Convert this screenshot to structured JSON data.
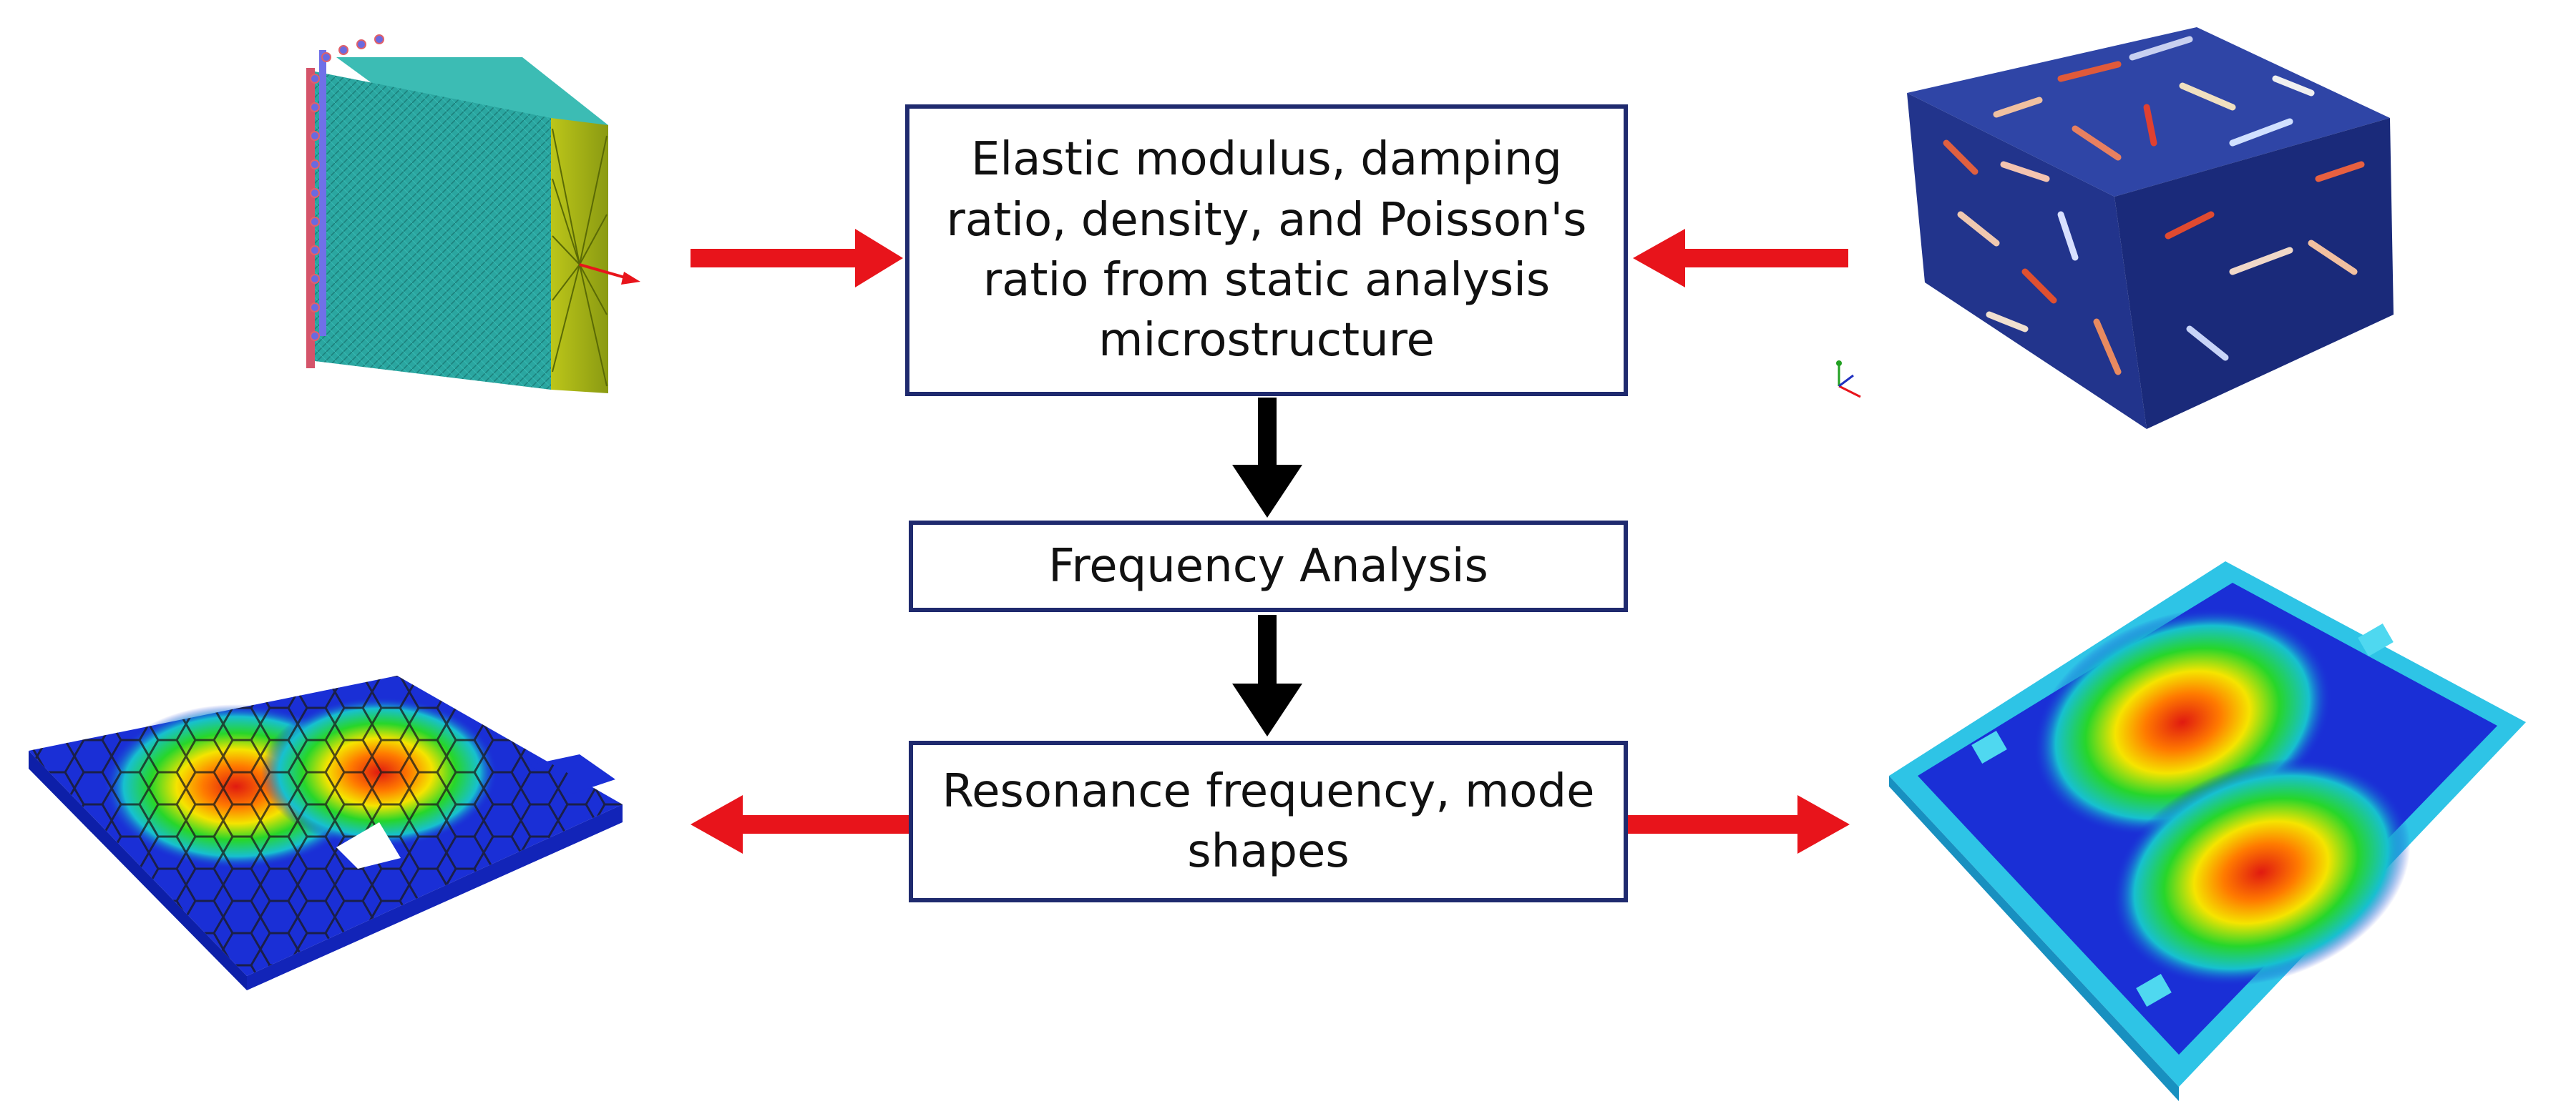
{
  "boxes": {
    "material_properties": "Elastic modulus, damping ratio, density, and Poisson's ratio from static analysis microstructure",
    "frequency_analysis": "Frequency Analysis",
    "resonance_output": "Resonance frequency, mode shapes"
  },
  "colors": {
    "box_border": "#1f2a6e",
    "arrow_red": "#e8141b",
    "arrow_black": "#000000",
    "mesh_teal": "#2aa6a0",
    "microstructure_navy": "#22348c",
    "contour_low": "#1a2fd6",
    "contour_high": "#e01a10"
  },
  "illustrations": {
    "top_left": "meshed-rve-cube-icon",
    "top_right": "fiber-microstructure-block-icon",
    "bottom_left": "mesh-mode-shape-plate-icon",
    "bottom_right": "contour-mode-shape-plate-icon"
  }
}
